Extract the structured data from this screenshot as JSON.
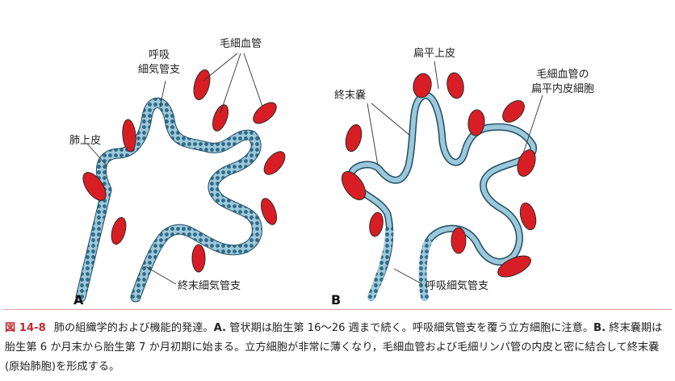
{
  "colors": {
    "epithelium_fill": "#9cc8dc",
    "epithelium_stroke": "#1f4d63",
    "capillary_red": "#d81e24",
    "capillary_outline": "#2a2a2a",
    "figure_number": "#c2272d",
    "caption_rule": "#e6a39a"
  },
  "panel_a": {
    "letter": "A",
    "labels": {
      "bronchiole": [
        "呼吸",
        "細気管支"
      ],
      "capillaries": "毛細血管",
      "lung_epithelium": "肺上皮",
      "terminal_bronchiole": "終末細気管支"
    }
  },
  "panel_b": {
    "letter": "B",
    "labels": {
      "squamous_epithelium": "扁平上皮",
      "capillary_endothelium": [
        "毛細血管の",
        "扁平内皮細胞"
      ],
      "terminal_sac": "終末嚢",
      "respiratory_bronchiole": "呼吸細気管支"
    }
  },
  "caption": {
    "figure_number": "図 14-8",
    "title": "肺の組織学的および機能的発達。",
    "a_letter": "A.",
    "a_text": "管状期は胎生第 16〜26 週まで続く。呼吸細気管支を覆う立方細胞に注意。",
    "b_letter": "B.",
    "b_text": "終末嚢期は胎生第 6 か月末から胎生第 7 か月初期に始まる。立方細胞が非常に薄くなり，毛細血管および毛細リンパ管の内皮と密に結合して終末嚢(原始肺胞)を形成する。"
  }
}
